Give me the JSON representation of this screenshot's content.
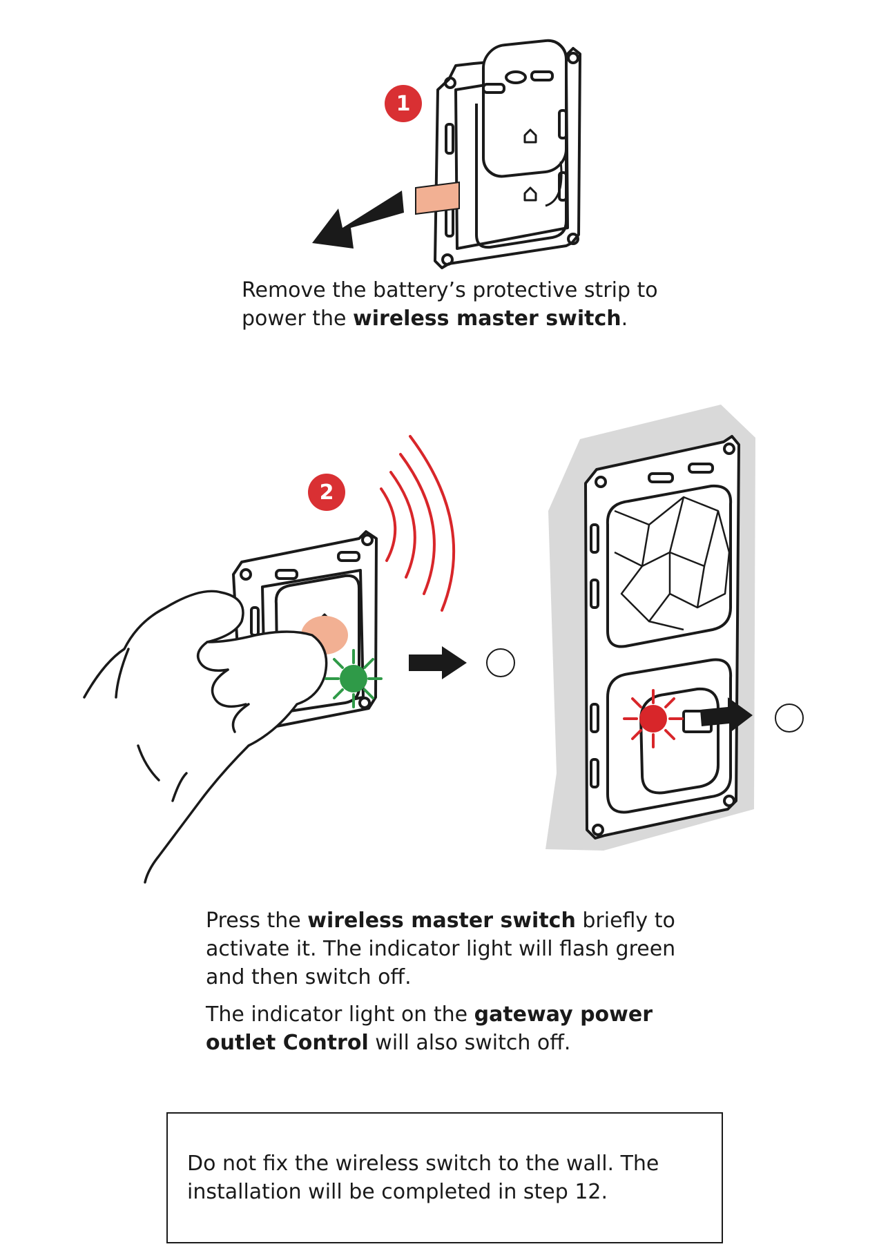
{
  "colors": {
    "badge": "#d93033",
    "strip": "#f2b093",
    "led_green": "#2f9a48",
    "led_red": "#d8262a",
    "wall": "#d9d9d9",
    "finger": "#f2b093"
  },
  "step1": {
    "badge": "1",
    "caption_part1": "Remove the battery’s protective strip to power the ",
    "caption_bold": "wireless master switch",
    "caption_part2": "."
  },
  "step2": {
    "badge": "2",
    "para1_a": "Press the ",
    "para1_b": "wireless master switch",
    "para1_c": " briefly to activate it. The indicator light will flash green and then switch off.",
    "para2_a": "The indicator light on the ",
    "para2_b": "gateway power outlet Control",
    "para2_c": " will also switch off."
  },
  "note": {
    "text": "Do not fix the wireless switch to the wall. The installation will be completed in step 12."
  }
}
